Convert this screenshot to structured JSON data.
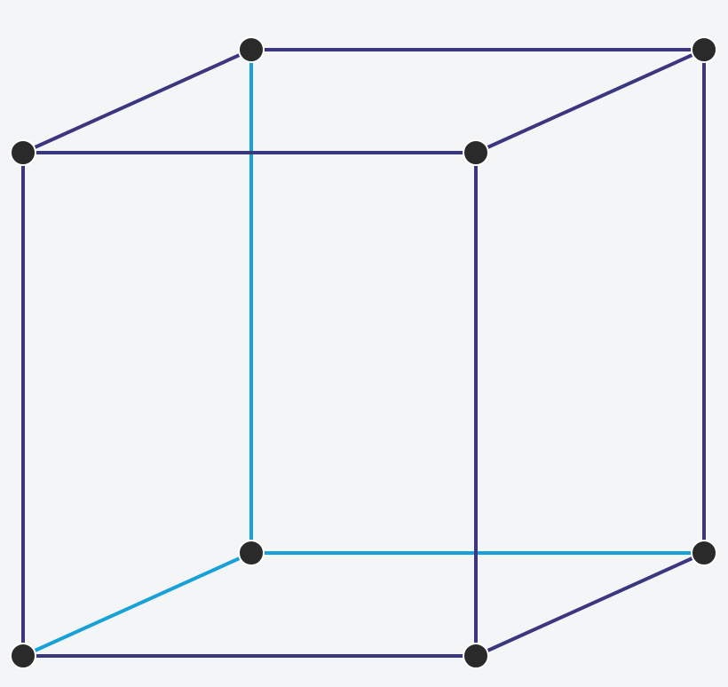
{
  "diagram": {
    "type": "wireframe-cube",
    "colors": {
      "background": "#f4f5f7",
      "front_edge": "#3b3680",
      "hidden_edge": "#18a0d8",
      "vertex": "#2a2a2a",
      "vertex_outline": "#ffffff"
    },
    "vertices": [
      {
        "id": "back-top-left"
      },
      {
        "id": "back-top-right"
      },
      {
        "id": "back-bottom-left"
      },
      {
        "id": "back-bottom-right"
      },
      {
        "id": "front-top-left"
      },
      {
        "id": "front-top-right"
      },
      {
        "id": "front-bottom-left"
      },
      {
        "id": "front-bottom-right"
      }
    ],
    "edges": [
      {
        "id": "back-top",
        "from": "back-top-left",
        "to": "back-top-right",
        "style": "front_edge"
      },
      {
        "id": "back-right",
        "from": "back-top-right",
        "to": "back-bottom-right",
        "style": "front_edge"
      },
      {
        "id": "back-left",
        "from": "back-top-left",
        "to": "back-bottom-left",
        "style": "hidden_edge"
      },
      {
        "id": "back-bottom",
        "from": "back-bottom-left",
        "to": "back-bottom-right",
        "style": "hidden_edge"
      },
      {
        "id": "front-top",
        "from": "front-top-left",
        "to": "front-top-right",
        "style": "front_edge"
      },
      {
        "id": "front-left",
        "from": "front-top-left",
        "to": "front-bottom-left",
        "style": "front_edge"
      },
      {
        "id": "front-right",
        "from": "front-top-right",
        "to": "front-bottom-right",
        "style": "front_edge"
      },
      {
        "id": "front-bottom",
        "from": "front-bottom-left",
        "to": "front-bottom-right",
        "style": "front_edge"
      },
      {
        "id": "depth-top-left",
        "from": "front-top-left",
        "to": "back-top-left",
        "style": "front_edge"
      },
      {
        "id": "depth-top-right",
        "from": "front-top-right",
        "to": "back-top-right",
        "style": "front_edge"
      },
      {
        "id": "depth-bottom-right",
        "from": "front-bottom-right",
        "to": "back-bottom-right",
        "style": "front_edge"
      },
      {
        "id": "depth-bottom-left",
        "from": "front-bottom-left",
        "to": "back-bottom-left",
        "style": "hidden_edge"
      }
    ]
  }
}
